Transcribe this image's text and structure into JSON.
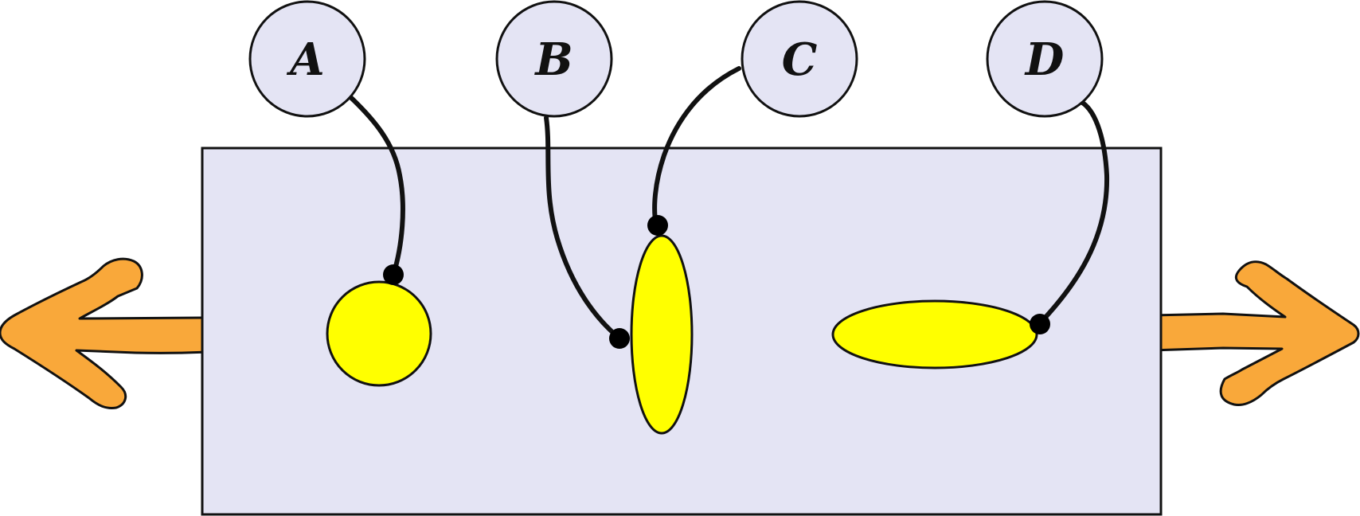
{
  "colors": {
    "background": "#ffffff",
    "panel_fill": "#e4e4f4",
    "outline": "#111111",
    "callout_fill": "#e4e4f4",
    "shape_fill": "#ffff00",
    "arrow_fill": "#f9a83a",
    "connector": "#111111",
    "dot": "#000000"
  },
  "callouts": [
    {
      "id": "A",
      "letter": "A",
      "target": "circle"
    },
    {
      "id": "B",
      "letter": "B",
      "target": "tall-ellipse-left-edge"
    },
    {
      "id": "C",
      "letter": "C",
      "target": "tall-ellipse-top"
    },
    {
      "id": "D",
      "letter": "D",
      "target": "wide-ellipse-right-edge"
    }
  ],
  "shapes": [
    {
      "id": "circle",
      "kind": "circle"
    },
    {
      "id": "tall-ellipse",
      "kind": "ellipse-vertical"
    },
    {
      "id": "wide-ellipse",
      "kind": "ellipse-horizontal"
    }
  ],
  "arrows": [
    {
      "id": "left-arrow",
      "direction": "left"
    },
    {
      "id": "right-arrow",
      "direction": "right"
    }
  ]
}
